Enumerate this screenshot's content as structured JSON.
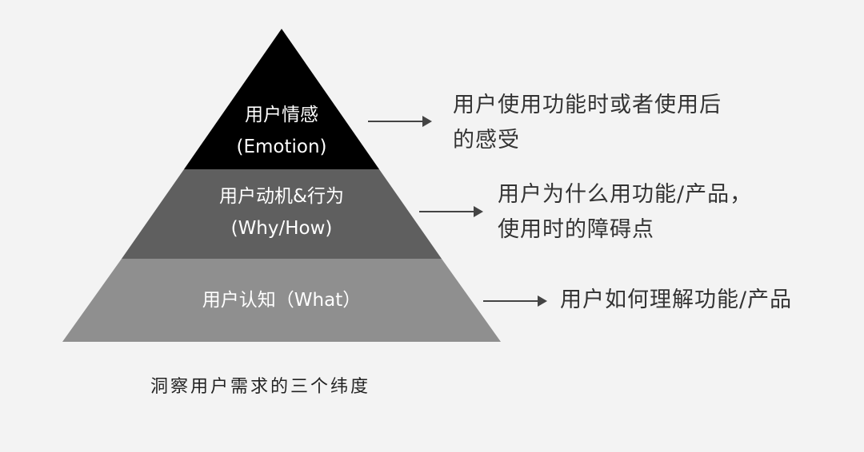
{
  "colors": {
    "background": "#f3f3f3",
    "top": "#000000",
    "middle": "#5f5f5f",
    "bottom": "#8f8f8f"
  },
  "layers": [
    {
      "title": "用户情感",
      "subtitle": "(Emotion)",
      "description": [
        "用户使用功能时或者使用后",
        "的感受"
      ]
    },
    {
      "title": "用户动机&行为",
      "subtitle": "(Why/How)",
      "description": [
        "用户为什么用功能/产品，",
        "使用时的障碍点"
      ]
    },
    {
      "title": "用户认知（What）",
      "description": [
        "用户如何理解功能/产品"
      ]
    }
  ],
  "caption": "洞察用户需求的三个纬度"
}
